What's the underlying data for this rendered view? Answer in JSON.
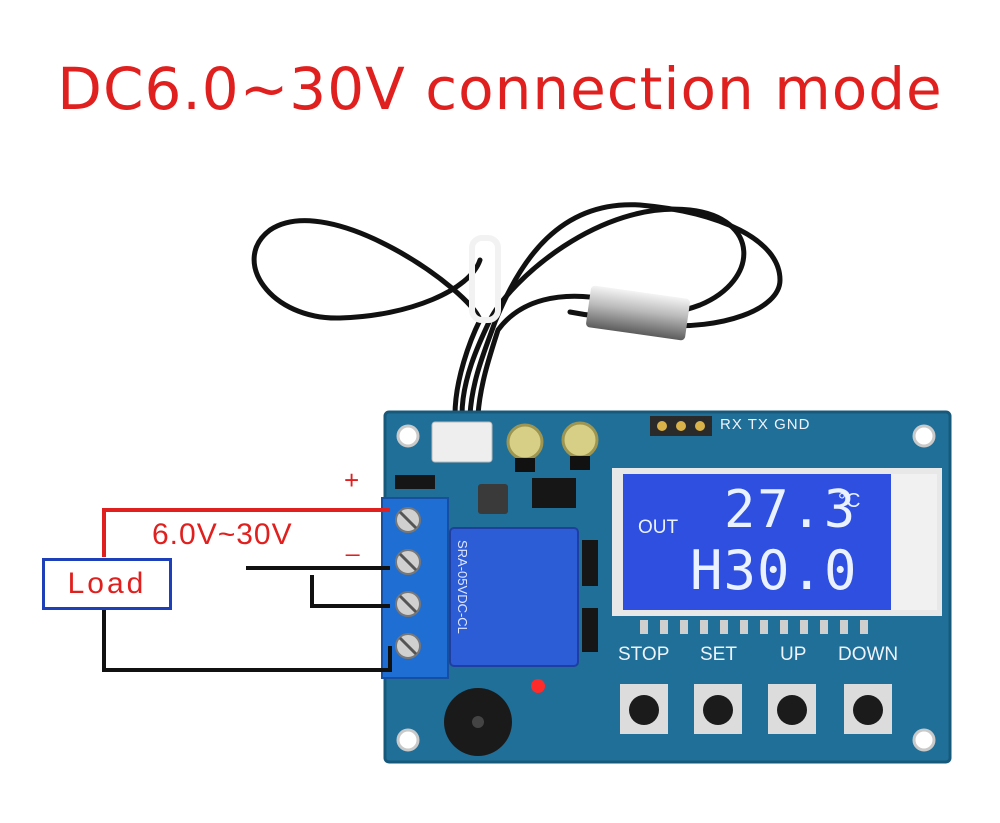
{
  "title": "DC6.0~30V connection mode",
  "wiring": {
    "plus": "+",
    "minus": "_",
    "voltage": "6.0V~30V",
    "load": "Load"
  },
  "board": {
    "header_label": "RX TX GND",
    "buttons": [
      "STOP",
      "SET",
      "UP",
      "DOWN"
    ],
    "relay_text": "SRA-05VDC-CL"
  },
  "lcd": {
    "mode": "OUT",
    "temperature": "27.3",
    "unit": "°C",
    "hysteresis": "H30.0"
  },
  "colors": {
    "title": "#e0201e",
    "board": "#1f6f98",
    "lcd": "#2e4fe0",
    "wire_positive": "#e0201e",
    "load_border": "#1d3fb8",
    "terminal": "#1f6ed4"
  }
}
